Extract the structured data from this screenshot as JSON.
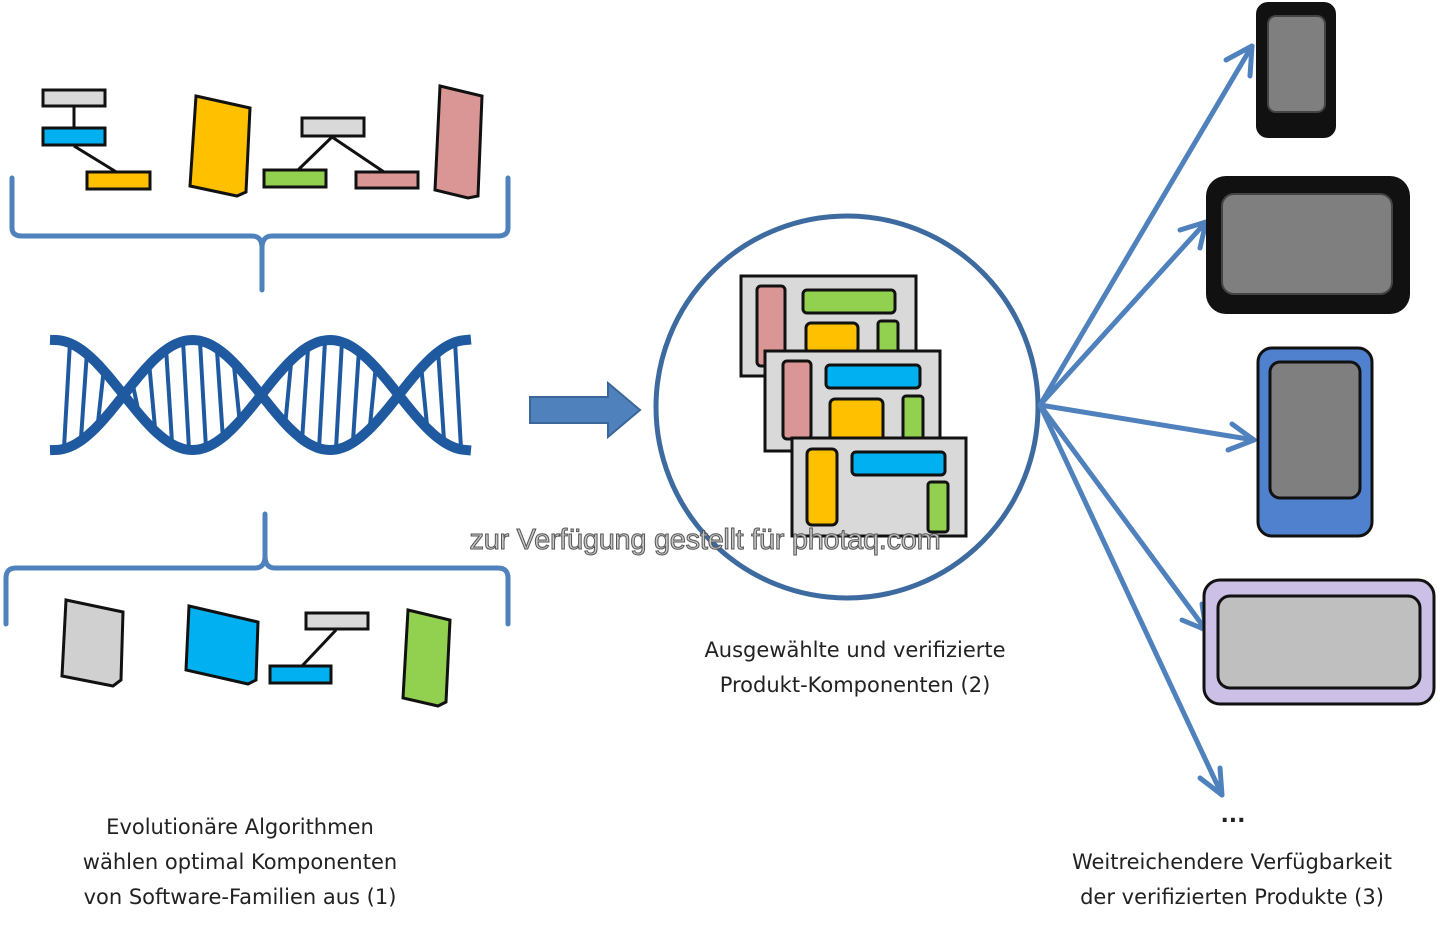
{
  "captions": {
    "step1": [
      "Evolutionäre Algorithmen",
      "wählen optimal Komponenten",
      "von Software-Familien aus (1)"
    ],
    "step2": [
      "Ausgewählte und verifizierte",
      "Produkt-Komponenten (2)"
    ],
    "step3": [
      "Weitreichendere Verfügbarkeit",
      "der verifizierten Produkte (3)"
    ],
    "ellipsis": "..."
  },
  "watermark": "zur Verfügung gestellt für photaq.com",
  "colors": {
    "accent_blue": "#4f81bd",
    "dna_blue": "#1f5aa0",
    "gray": "#d9d9d9",
    "cyan": "#00b0f0",
    "yellow": "#ffc000",
    "green": "#92d050",
    "pink": "#d99694",
    "purple": "#ccc0e6"
  },
  "icons": [
    "component-tree-icon",
    "document-icon",
    "dna-icon",
    "arrow-right-icon",
    "product-screens-icon",
    "smartphone-icon",
    "tablet-icon",
    "laptop-screen-icon"
  ]
}
